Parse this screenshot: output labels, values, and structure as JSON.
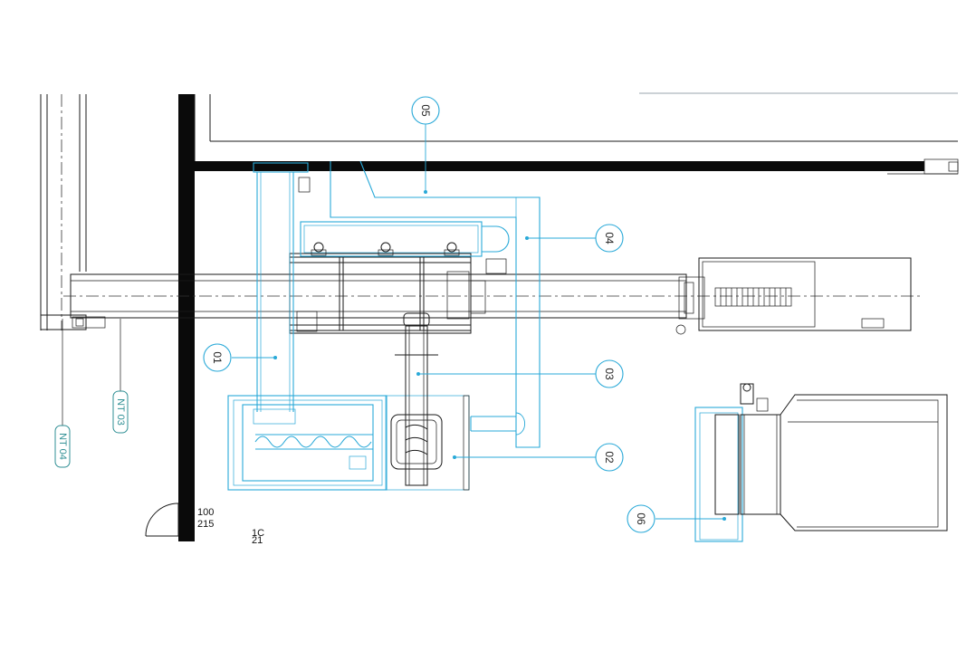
{
  "callouts": {
    "c01": "01",
    "c02": "02",
    "c03": "03",
    "c04": "04",
    "c05": "05",
    "c06": "06"
  },
  "tags": {
    "nt03": "NT 03",
    "nt04": "NT 04"
  },
  "dimensions": {
    "d100": "100",
    "d215": "215",
    "partial_top": "1C",
    "partial_bottom": "21"
  },
  "colors": {
    "equipment": "#29a9d8",
    "tag": "#2f8f94",
    "wall": "#0a0a0a"
  }
}
